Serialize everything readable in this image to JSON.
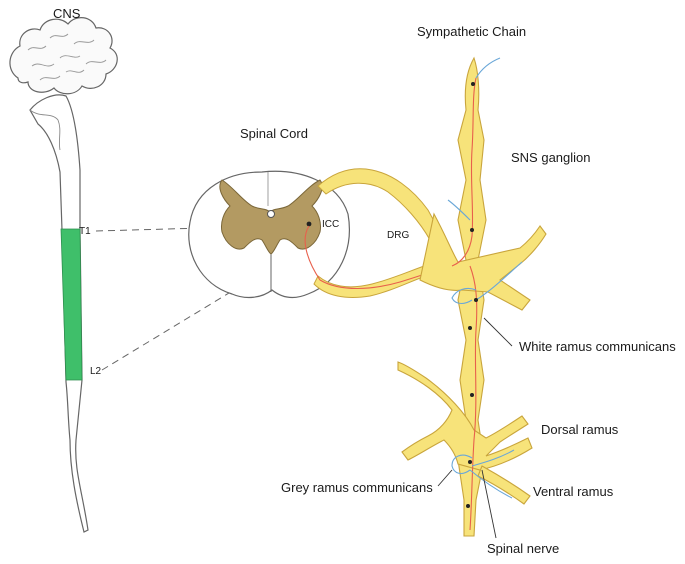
{
  "labels": {
    "cns": "CNS",
    "t1": "T1",
    "l2": "L2",
    "spinal_cord": "Spinal Cord",
    "icc": "ICC",
    "drg": "DRG",
    "sympathetic_chain": "Sympathetic Chain",
    "sns_ganglion": "SNS ganglion",
    "white_ramus": "White ramus communicans",
    "dorsal_ramus": "Dorsal ramus",
    "grey_ramus": "Grey ramus communicans",
    "ventral_ramus": "Ventral ramus",
    "spinal_nerve": "Spinal nerve"
  },
  "colors": {
    "thoracolumbar_segment": "#3fbf6a",
    "grey_matter": "#b39a62",
    "nerve_fill": "#f7e37a",
    "nerve_stroke": "#c9a53c",
    "preganglionic_fiber": "#e8604c",
    "postganglionic_fiber": "#6aa7d8",
    "outline": "#555555"
  }
}
